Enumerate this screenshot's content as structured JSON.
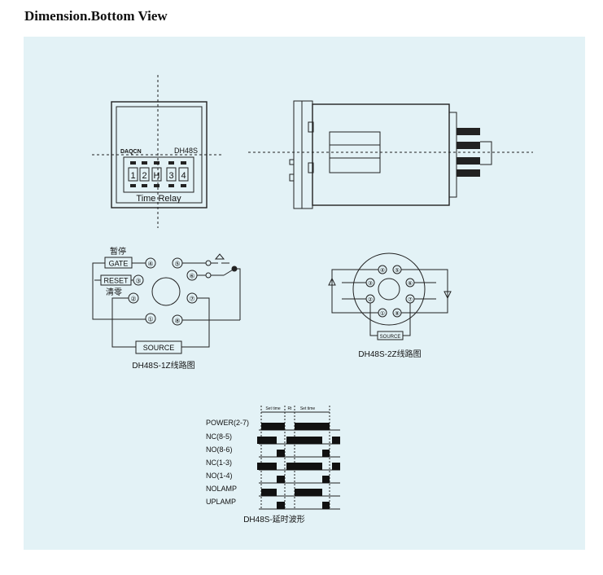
{
  "heading": "Dimension.Bottom View",
  "front_view": {
    "brand": "DAQCN",
    "model": "DH48S",
    "digits": [
      "1",
      "2",
      "H",
      "3",
      "4"
    ],
    "caption": "Time Relay"
  },
  "wiring_1z": {
    "gate_cn": "暂停",
    "gate_label": "GATE",
    "reset_label": "RESET",
    "reset_cn": "清零",
    "source_label": "SOURCE",
    "pins": [
      "④",
      "③",
      "②",
      "①",
      "⑤",
      "⑥",
      "⑦",
      "⑧"
    ],
    "caption": "DH48S-1Z线路图"
  },
  "wiring_2z": {
    "pins": [
      "④",
      "⑤",
      "③",
      "⑥",
      "②",
      "⑦",
      "①",
      "⑧"
    ],
    "source_label": "SOURCE",
    "caption": "DH48S-2Z线路图"
  },
  "timing": {
    "top_labels": [
      "Set time",
      "Rt",
      "Set time"
    ],
    "rows": [
      "POWER(2-7)",
      "NC(8-5)",
      "NO(8-6)",
      "NC(1-3)",
      "NO(1-4)",
      "NOLAMP",
      "UPLAMP"
    ],
    "caption": "DH48S-延时波形"
  },
  "colors": {
    "panel": "#e3f2f6",
    "line": "#222222"
  }
}
